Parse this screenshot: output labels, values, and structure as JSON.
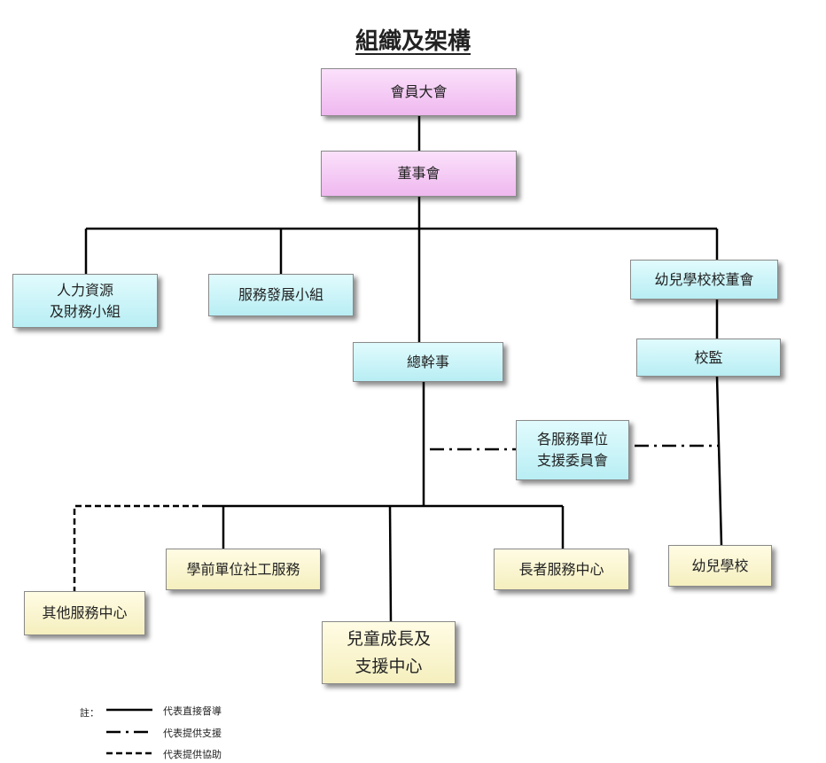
{
  "title": "組織及架構",
  "nodes": {
    "general_assembly": "會員大會",
    "board": "董事會",
    "hr_finance": "人力資源\n及財務小組",
    "service_dev": "服務發展小組",
    "kindergarten_board": "幼兒學校校董會",
    "general_secretary": "總幹事",
    "supervisor": "校監",
    "support_committee": "各服務單位\n支援委員會",
    "preschool_social_work": "學前單位社工服務",
    "elderly_centre": "長者服務中心",
    "kindergarten": "幼兒學校",
    "other_services": "其他服務中心",
    "child_support": "兒童成長及\n支援中心"
  },
  "legend": {
    "prefix": "註：",
    "direct": "代表直接督導",
    "support": "代表提供支援",
    "assist": "代表提供協助"
  }
}
